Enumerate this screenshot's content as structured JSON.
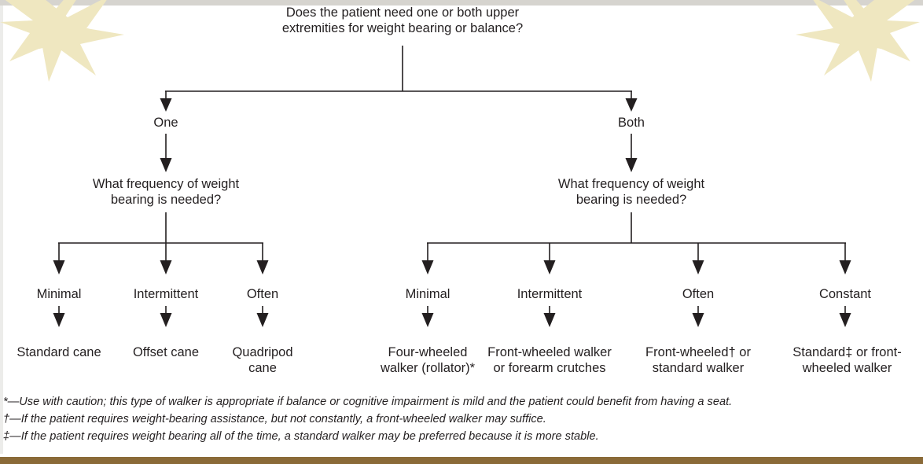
{
  "figure": {
    "type": "decision-tree-flowchart",
    "subject": "Selection of ambulatory assistive device"
  },
  "colors": {
    "ink": "#231f20",
    "top_band": "#d6d4cf",
    "bottom_band": "#8a6a38",
    "bottom_band_light": "#c4a878",
    "watermark": "#efe7c0",
    "page": "#ffffff"
  },
  "root": {
    "id": "root-question",
    "text": "Does the patient need one or both upper\nextremities for weight bearing or balance?"
  },
  "branches": [
    {
      "id": "one",
      "label": "One",
      "question": "What frequency of weight\nbearing is needed?",
      "options": [
        {
          "id": "one-minimal",
          "label": "Minimal",
          "outcome": "Standard cane"
        },
        {
          "id": "one-intermittent",
          "label": "Intermittent",
          "outcome": "Offset cane"
        },
        {
          "id": "one-often",
          "label": "Often",
          "outcome": "Quadripod\ncane"
        }
      ]
    },
    {
      "id": "both",
      "label": "Both",
      "question": "What frequency of weight\nbearing is needed?",
      "options": [
        {
          "id": "both-minimal",
          "label": "Minimal",
          "outcome": "Four-wheeled\nwalker (rollator)*"
        },
        {
          "id": "both-intermittent",
          "label": "Intermittent",
          "outcome": "Front-wheeled walker\nor forearm crutches"
        },
        {
          "id": "both-often",
          "label": "Often",
          "outcome": "Front-wheeled† or\nstandard walker"
        },
        {
          "id": "both-constant",
          "label": "Constant",
          "outcome": "Standard‡ or front-\nwheeled walker"
        }
      ]
    }
  ],
  "footnotes": [
    "*—Use with caution; this type of walker is appropriate if balance or cognitive impairment is mild and the patient could benefit from having a seat.",
    "†—If the patient requires weight-bearing assistance, but not constantly, a front-wheeled walker may suffice.",
    "‡—If the patient requires weight bearing all of the time, a standard walker may be preferred because it is more stable."
  ]
}
